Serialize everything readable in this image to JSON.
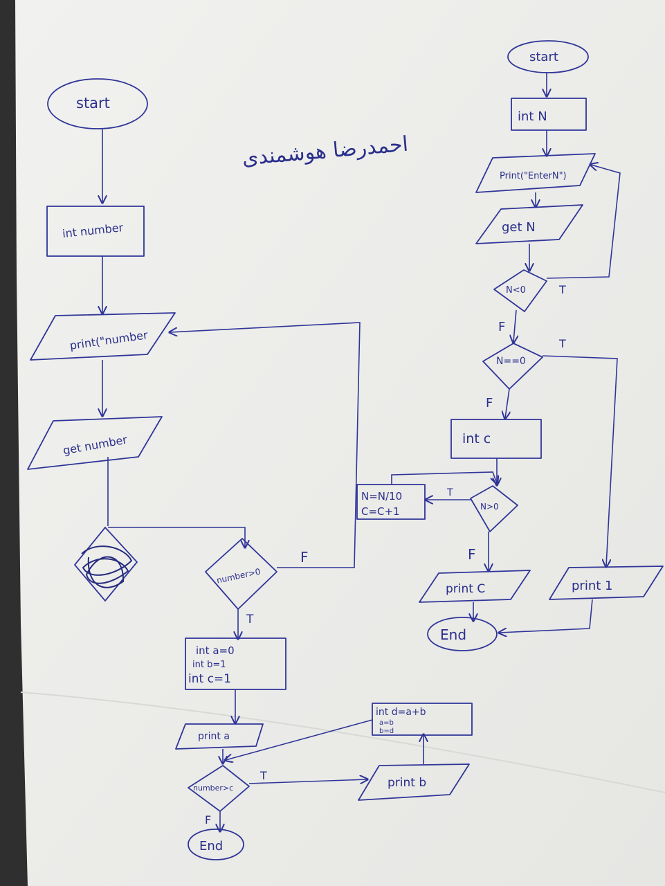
{
  "left": {
    "start": "start",
    "declare": "int number",
    "prompt": "print(\"number",
    "input": "get number",
    "check_label": "number>0",
    "false_label": "F",
    "true_label": "T",
    "init_lines": [
      "int a=0",
      "int b=1",
      "int c=1"
    ],
    "print_a": "print a",
    "loop_check": "number>c",
    "loop_true": "T",
    "loop_false": "F",
    "print_b": "print b",
    "update_lines": [
      "int d=a+b",
      "a=b",
      "b=d"
    ],
    "end": "End"
  },
  "right": {
    "start": "start",
    "declare": "int N",
    "prompt": "Print(\"EnterN\")",
    "input": "get N",
    "check1": "N<0",
    "check1_true": "T",
    "check1_false": "F",
    "check2": "N==0",
    "check2_true": "T",
    "check2_false": "F",
    "declare_c": "int c",
    "loop_check": "N>0",
    "loop_true": "T",
    "loop_false": "F",
    "update_lines": [
      "N=N/10",
      "C=C+1"
    ],
    "print_c": "print C",
    "print_1": "print 1",
    "end": "End"
  },
  "signature": "احمدرضا هوشمندی"
}
